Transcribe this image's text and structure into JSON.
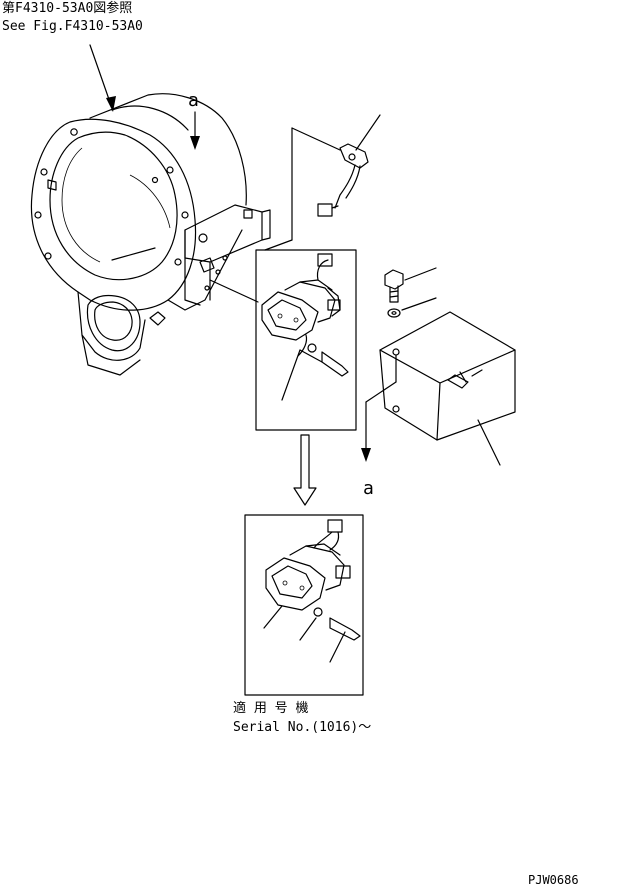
{
  "ref_note": {
    "line1": "第F4310-53A0図参照",
    "line2": "See Fig.F4310-53A0"
  },
  "view_markers": {
    "upper": "a",
    "lower": "a"
  },
  "serial_note": {
    "line1": "適 用 号 機",
    "line2": "Serial No.(1016)～"
  },
  "drawing_id": "PJW0686"
}
